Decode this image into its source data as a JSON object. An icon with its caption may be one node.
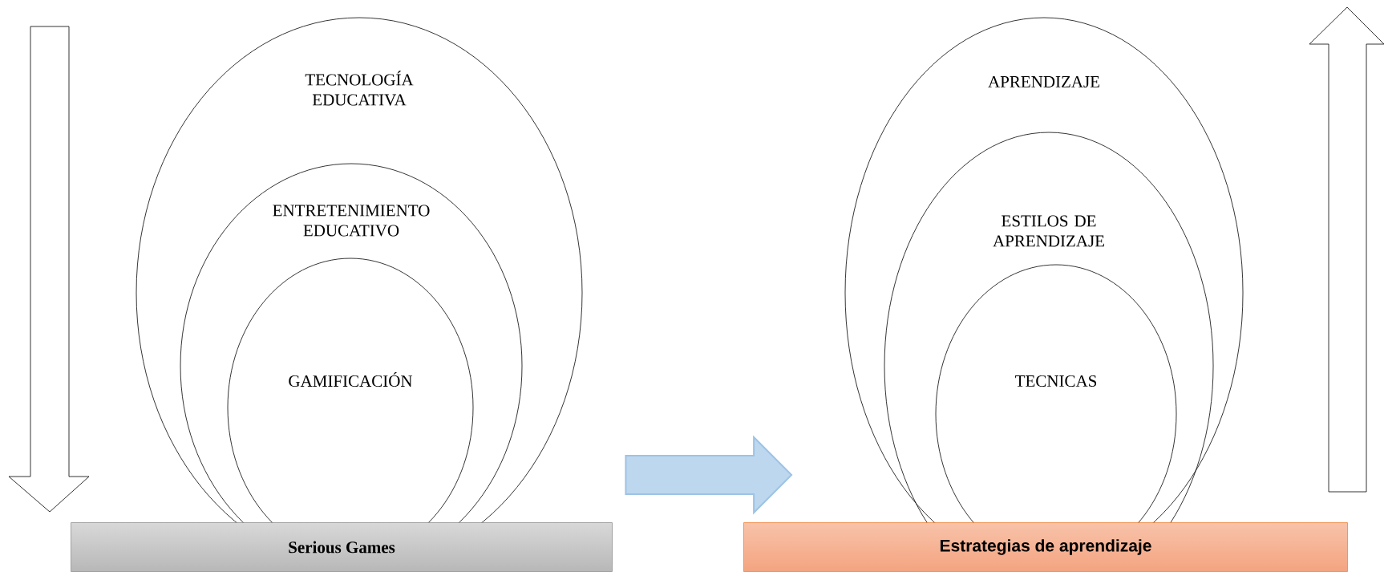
{
  "diagram": {
    "nodes": [
      {
        "text": [
          "TECNOLOGÍA EDUCATIVA"
        ]
      },
      {
        "text": [
          "ENTRETENIMIENTO EDUCATIVO"
        ],
        "in": 0
      },
      {
        "text": [
          "GAMIFICACIÓN"
        ],
        "in": 1
      },
      {
        "text": [
          "Serious Games"
        ]
      },
      {
        "text": [
          "APRENDIZAJE"
        ]
      },
      {
        "text": [
          "ESTILOS DE APRENDIZAJE"
        ],
        "in": 4
      },
      {
        "text": [
          "TECNICAS"
        ],
        "in": 5
      },
      {
        "text": [
          "Estrategias de aprendizaje"
        ]
      }
    ],
    "edges": [
      {
        "from": 0,
        "to": 4,
        "arrow": "to",
        "color": "#bdd7ee"
      }
    ]
  }
}
